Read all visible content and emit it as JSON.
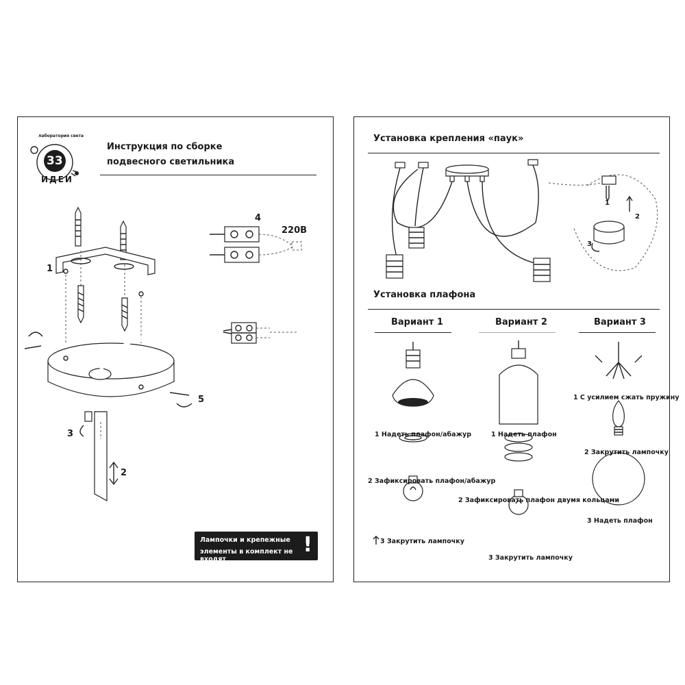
{
  "left_page": {
    "logo": {
      "arc_text": "лаборатория света",
      "number": "33",
      "word": "ИДЕИ"
    },
    "title_line1": "Инструкция по сборке",
    "title_line2": "подвесного светильника",
    "voltage": "220В",
    "labels": {
      "n1": "1",
      "n2": "2",
      "n3": "3",
      "n4": "4",
      "n5": "5"
    },
    "notice_line1": "Лампочки  и крепежные",
    "notice_line2": "элементы в комплект не входят"
  },
  "right_page": {
    "spider_title": "Установка крепления «паук»",
    "shade_title": "Установка плафона",
    "detail_labels": {
      "n1": "1",
      "n2": "2",
      "n3": "3"
    },
    "variants": [
      {
        "title": "Вариант 1",
        "steps": [
          "1 Надеть плафон/абажур",
          "2 Зафиксировать плафон/абажур",
          "3 Закрутить лампочку"
        ]
      },
      {
        "title": "Вариант 2",
        "steps": [
          "1 Надеть плафон",
          "2 Зафиксировать плафон двумя кольцами",
          "3 Закрутить лампочку"
        ]
      },
      {
        "title": "Вариант 3",
        "steps": [
          "1 С усилием сжать пружину",
          "2 Закрутить лампочку",
          "3 Надеть плафон"
        ]
      }
    ]
  },
  "colors": {
    "ink": "#222222",
    "notice_bg": "#1c1c1c",
    "paper": "#ffffff"
  }
}
